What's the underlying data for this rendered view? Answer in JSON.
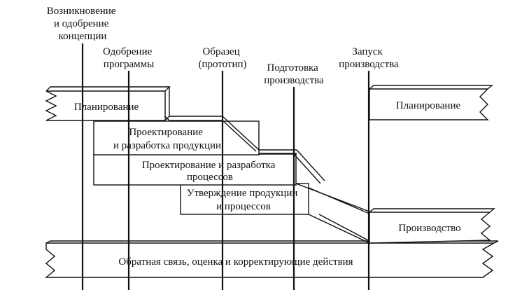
{
  "milestones": [
    {
      "lines": [
        "Возникновение",
        "и одобрение",
        "концепции"
      ]
    },
    {
      "lines": [
        "Одобрение",
        "программы"
      ]
    },
    {
      "lines": [
        "Образец",
        "(прототип)"
      ]
    },
    {
      "lines": [
        "Подготовка",
        "производства"
      ]
    },
    {
      "lines": [
        "Запуск",
        "производства"
      ]
    }
  ],
  "phases": {
    "planning_left": "Планирование",
    "planning_right": "Планирование",
    "product_design": [
      "Проектирование",
      "и разработка продукции"
    ],
    "process_design": [
      "Проектирование и разработка",
      "процессов"
    ],
    "validation": [
      "Утверждение продукции",
      "и процессов"
    ],
    "production": "Производство",
    "feedback": "Обратная связь, оценка и корректирующие действия"
  }
}
